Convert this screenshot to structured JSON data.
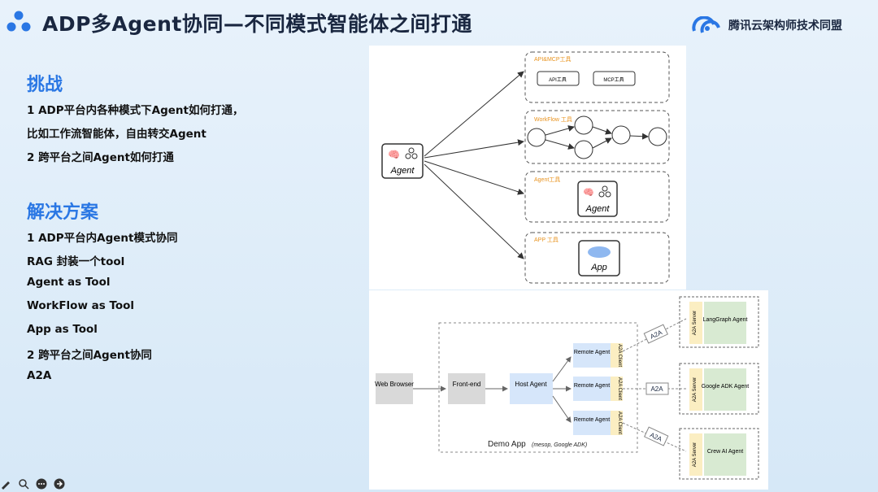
{
  "header": {
    "title": "ADP多Agent协同—不同模式智能体之间打通",
    "brand": "腾讯云架构师技术同盟"
  },
  "challenge": {
    "heading": "挑战",
    "lines": [
      "1 ADP平台内各种模式下Agent如何打通，",
      "比如工作流智能体，自由转交Agent",
      "2 跨平台之间Agent如何打通"
    ]
  },
  "solution": {
    "heading": "解决方案",
    "lines": [
      "1 ADP平台内Agent模式协同",
      "RAG 封装一个tool",
      "Agent as Tool",
      "WorkFlow as Tool",
      "App as Tool",
      "2 跨平台之间Agent协同",
      "A2A"
    ]
  },
  "diagram_top": {
    "main_agent": "Agent",
    "groups": [
      {
        "title": "API&MCP工具",
        "items": [
          "API工具",
          "MCP工具"
        ]
      },
      {
        "title": "WorkFlow 工具"
      },
      {
        "title": "Agent工具",
        "item": "Agent"
      },
      {
        "title": "APP 工具",
        "item": "App"
      }
    ]
  },
  "diagram_bottom": {
    "web_browser": "Web Browser",
    "frontend": "Front-end",
    "host_agent": "Host Agent",
    "remote_agent": "Remote Agent",
    "a2a_client": "A2A Client",
    "a2a_server": "A2A Server",
    "a2a": "A2A",
    "servers": [
      "LangGraph Agent",
      "Google ADK Agent",
      "Crew AI Agent"
    ],
    "demo_app": "Demo App",
    "demo_app_note": "(mesop, Google ADK)"
  },
  "colors": {
    "accent": "#2a77e4",
    "title": "#1a2740",
    "workflow_orange": "#e8931f",
    "box_blue": "#d6e6fa",
    "box_green": "#d8ead2",
    "box_gray": "#d9d9d9",
    "box_yellow": "#fbeec2"
  }
}
